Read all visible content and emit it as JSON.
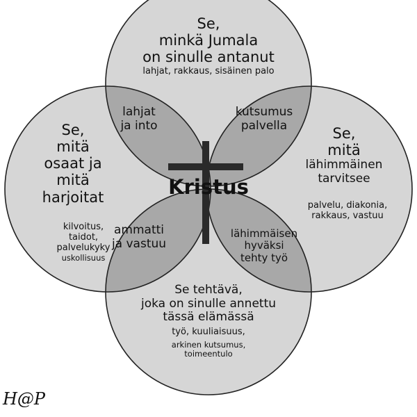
{
  "center": {
    "label": "Kristus"
  },
  "top": {
    "title": [
      "Se,",
      "minkä Jumala",
      "on sinulle antanut"
    ],
    "sub": "lahjat, rakkaus, sisäinen palo"
  },
  "left": {
    "title": [
      "Se,",
      "mitä",
      "osaat ja",
      "mitä",
      "harjoitat"
    ],
    "sub": [
      "kilvoitus,",
      "taidot,",
      "palvelukyky",
      "uskollisuus"
    ]
  },
  "right": {
    "title": [
      "Se,",
      "mitä",
      "lähimmäinen",
      "tarvitsee"
    ],
    "sub": [
      "palvelu, diakonia,",
      "rakkaus, vastuu"
    ]
  },
  "bottom": {
    "title": [
      "Se tehtävä,",
      "joka on sinulle annettu",
      "tässä elämässä"
    ],
    "sub": [
      "työ, kuuliaisuus,",
      "arkinen kutsumus,",
      "toimeentulo"
    ]
  },
  "overlaps": {
    "top_left": [
      "lahjat",
      "ja into"
    ],
    "top_right": [
      "kutsumus",
      "palvella"
    ],
    "bottom_left": [
      "ammatti",
      "ja vastuu"
    ],
    "bottom_right": [
      "lähimmäisen",
      "hyväksi",
      "tehty työ"
    ]
  },
  "signature": "H@P",
  "colors": {
    "circle_fill": "#d6d6d6",
    "overlap_fill": "#a8a8a8",
    "center_fill": "#ffffff",
    "outline": "#222222",
    "cross": "#2a2a2a"
  }
}
